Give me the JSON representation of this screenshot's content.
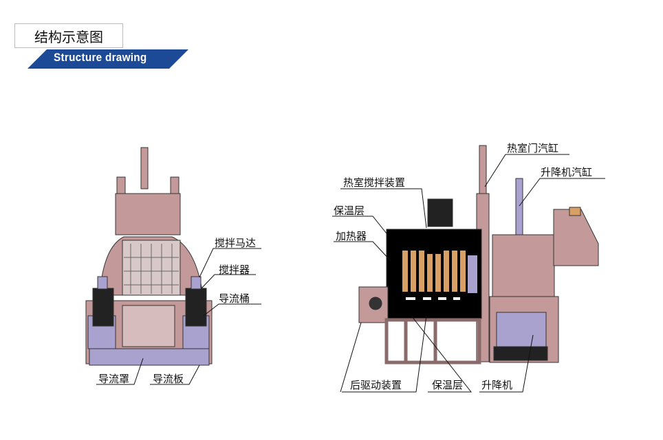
{
  "header": {
    "title_cn": "结构示意图",
    "title_en": "Structure drawing"
  },
  "colors": {
    "banner": "#1d4a96",
    "body": "#c4999a",
    "panel": "#a9a2cf",
    "heater": "#d9a066",
    "insulation": "#000000"
  },
  "left_diagram": {
    "labels": [
      "搅拌马达",
      "搅拌器",
      "导流桶",
      "导流罩",
      "导流板"
    ]
  },
  "right_diagram": {
    "labels": [
      "热室门汽缸",
      "升降机汽缸",
      "热室搅拌装置",
      "保温层",
      "加热器",
      "后驱动装置",
      "保温层",
      "升降机"
    ]
  }
}
